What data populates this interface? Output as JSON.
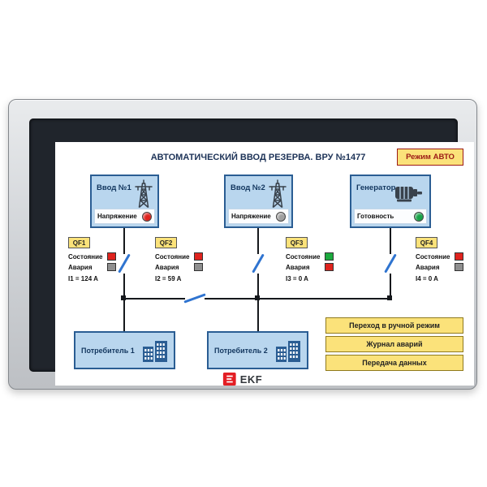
{
  "device": {
    "brand": "EKF"
  },
  "icons": {
    "input_source": "transmission-tower-icon",
    "generator": "motor-generator-icon",
    "consumer": "buildings-icon",
    "brand": "ekf-logo-icon"
  },
  "hmi": {
    "title": "АВТОМАТИЧЕСКИЙ ВВОД РЕЗЕРВА. ВРУ №1477",
    "mode_badge": "Режим АВТО",
    "sources": [
      {
        "name": "Ввод №1",
        "status_label": "Напряжение",
        "led": "red",
        "led_color": "#df231e"
      },
      {
        "name": "Ввод №2",
        "status_label": "Напряжение",
        "led": "gray",
        "led_color": "#a0a0a0"
      },
      {
        "name": "Генератор",
        "status_label": "Готовность",
        "led": "green",
        "led_color": "#19a348"
      }
    ],
    "breakers": [
      {
        "id": "QF1",
        "state_label": "Состояние",
        "state": "red",
        "state_color": "#df231e",
        "alarm_label": "Авария",
        "alarm": "gray",
        "alarm_color": "#8f8f8f",
        "current": "I1 = 124 A"
      },
      {
        "id": "QF2",
        "state_label": "Состояние",
        "state": "red",
        "state_color": "#df231e",
        "alarm_label": "Авария",
        "alarm": "gray",
        "alarm_color": "#8f8f8f",
        "current": "I2 = 59 A"
      },
      {
        "id": "QF3",
        "state_label": "Состояние",
        "state": "green",
        "state_color": "#1caa3e",
        "alarm_label": "Авария",
        "alarm": "red",
        "alarm_color": "#df231e",
        "current": "I3 = 0 A"
      },
      {
        "id": "QF4",
        "state_label": "Состояние",
        "state": "red",
        "state_color": "#df231e",
        "alarm_label": "Авария",
        "alarm": "gray",
        "alarm_color": "#8f8f8f",
        "current": "I4 = 0 A"
      }
    ],
    "consumers": [
      {
        "name": "Потребитель 1"
      },
      {
        "name": "Потребитель 2"
      }
    ],
    "buttons": [
      {
        "label": "Переход в ручной режим"
      },
      {
        "label": "Журнал аварий"
      },
      {
        "label": "Передача данных"
      }
    ]
  }
}
